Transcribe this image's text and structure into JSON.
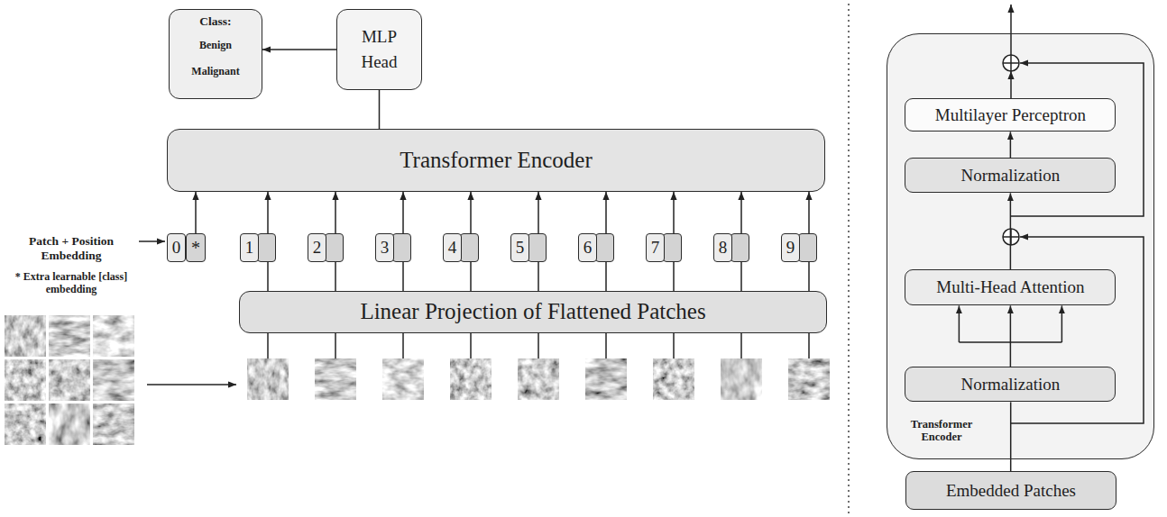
{
  "diagram": {
    "nodes": [
      {
        "text": [
          "Class:",
          "Benign Malignant"
        ]
      },
      {
        "text": [
          "MLP Head"
        ]
      },
      {
        "text": [
          "Transformer Encoder"
        ]
      },
      {
        "text": [
          "0"
        ]
      },
      {
        "text": [
          "*"
        ]
      },
      {
        "text": [
          "1"
        ]
      },
      {
        "text": [
          "2"
        ]
      },
      {
        "text": [
          "3"
        ]
      },
      {
        "text": [
          "4"
        ]
      },
      {
        "text": [
          "5"
        ]
      },
      {
        "text": [
          "6"
        ]
      },
      {
        "text": [
          "7"
        ]
      },
      {
        "text": [
          "8"
        ]
      },
      {
        "text": [
          "9"
        ]
      },
      {
        "text": [
          "Linear Projection of Flattened Patches"
        ]
      },
      {
        "text": [
          "Transformer Encoder"
        ]
      },
      {
        "text": [
          "Multilayer Perceptron"
        ],
        "in": 15
      },
      {
        "text": [
          "Normalization"
        ],
        "in": 15
      },
      {
        "text": [
          "Multi-Head Attention"
        ],
        "in": 15
      },
      {
        "text": [
          "Normalization"
        ],
        "in": 15
      },
      {
        "text": [
          "Embedded Patches"
        ]
      }
    ],
    "edges": [
      {
        "from": 1,
        "to": 0,
        "arrow": "to"
      },
      {
        "from": 2,
        "to": 1,
        "arrow": "none"
      },
      {
        "from": 4,
        "to": 2,
        "arrow": "to"
      },
      {
        "from": 5,
        "to": 2,
        "arrow": "to"
      },
      {
        "from": 6,
        "to": 2,
        "arrow": "to"
      },
      {
        "from": 7,
        "to": 2,
        "arrow": "to"
      },
      {
        "from": 8,
        "to": 2,
        "arrow": "to"
      },
      {
        "from": 9,
        "to": 2,
        "arrow": "to"
      },
      {
        "from": 10,
        "to": 2,
        "arrow": "to"
      },
      {
        "from": 11,
        "to": 2,
        "arrow": "to"
      },
      {
        "from": 12,
        "to": 2,
        "arrow": "to"
      },
      {
        "from": 13,
        "to": 2,
        "arrow": "to"
      },
      {
        "from": 14,
        "to": 5,
        "arrow": "none"
      },
      {
        "from": 14,
        "to": 6,
        "arrow": "none"
      },
      {
        "from": 14,
        "to": 7,
        "arrow": "none"
      },
      {
        "from": 14,
        "to": 8,
        "arrow": "none"
      },
      {
        "from": 14,
        "to": 9,
        "arrow": "none"
      },
      {
        "from": 14,
        "to": 10,
        "arrow": "none"
      },
      {
        "from": 14,
        "to": 11,
        "arrow": "none"
      },
      {
        "from": 14,
        "to": 12,
        "arrow": "none"
      },
      {
        "from": 14,
        "to": 13,
        "arrow": "none"
      },
      {
        "from": 20,
        "to": 19,
        "arrow": "none"
      },
      {
        "from": 19,
        "to": 18,
        "arrow": "to"
      },
      {
        "from": 18,
        "to": 17,
        "arrow": "to"
      },
      {
        "from": 17,
        "to": 16,
        "arrow": "to"
      }
    ],
    "labels": [
      "Patch + Position Embedding",
      "* Extra learnable [class] embedding"
    ]
  }
}
